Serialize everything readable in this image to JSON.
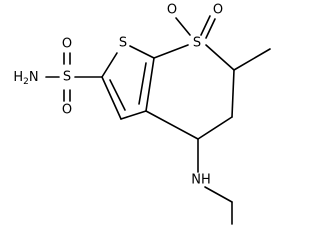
{
  "molecule": {
    "atoms": {
      "sulfonamide_n": "H2N",
      "sulfonamide_s": "S",
      "sulfonamide_o_top": "O",
      "sulfonamide_o_bottom": "O",
      "thiophene_s": "S",
      "ring_s": "S",
      "ring_o_left": "O",
      "ring_o_right": "O",
      "amine_n": "NH"
    }
  }
}
